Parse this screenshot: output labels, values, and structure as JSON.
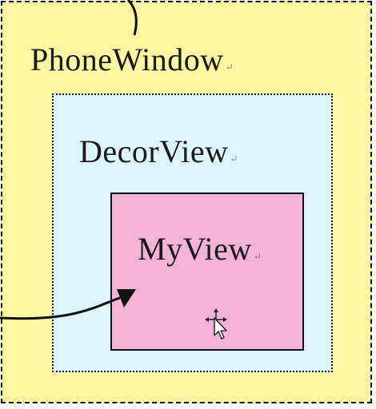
{
  "boxes": {
    "phone_window": {
      "label": "PhoneWindow",
      "fill": "#fdf7a3",
      "border": "dashed"
    },
    "decor_view": {
      "label": "DecorView",
      "fill": "#dcf5fd",
      "border": "dotted"
    },
    "my_view": {
      "label": "MyView",
      "fill": "#f2b3d6",
      "border": "solid"
    }
  },
  "paragraph_mark": "↵",
  "icons": [
    "move-cursor-icon"
  ]
}
